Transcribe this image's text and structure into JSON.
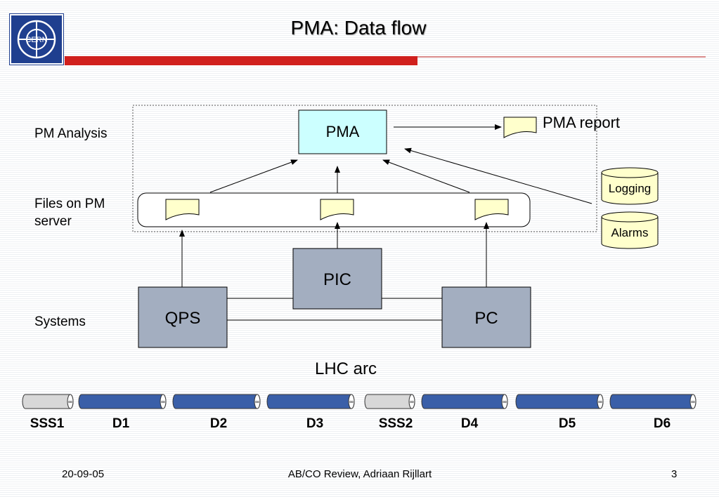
{
  "slide": {
    "title": "PMA: Data flow",
    "logo_text": "CERN"
  },
  "rows": {
    "pm_analysis": "PM Analysis",
    "files_on_pm_server": "Files on PM server",
    "systems": "Systems"
  },
  "boxes": {
    "pma": "PMA",
    "pma_report": "PMA report",
    "logging": "Logging",
    "alarms": "Alarms",
    "pic": "PIC",
    "qps": "QPS",
    "pc": "PC"
  },
  "lhc": {
    "label": "LHC arc",
    "magnets": [
      {
        "label": "SSS1",
        "kind": "short"
      },
      {
        "label": "D1",
        "kind": "dipole"
      },
      {
        "label": "D2",
        "kind": "dipole"
      },
      {
        "label": "D3",
        "kind": "dipole"
      },
      {
        "label": "SSS2",
        "kind": "short"
      },
      {
        "label": "D4",
        "kind": "dipole"
      },
      {
        "label": "D5",
        "kind": "dipole"
      },
      {
        "label": "D6",
        "kind": "dipole"
      }
    ]
  },
  "footer": {
    "date": "20-09-05",
    "center": "AB/CO Review, Adriaan Rijllart",
    "page": "3"
  },
  "colors": {
    "pma_fill": "#ccffff",
    "system_fill": "#a3aec0",
    "note_fill": "#ffffcc",
    "dipole_fill": "#3a5fa8",
    "short_fill": "#d8d8d8",
    "accent_red": "#d0201d",
    "logo_blue": "#1f3f8f"
  }
}
